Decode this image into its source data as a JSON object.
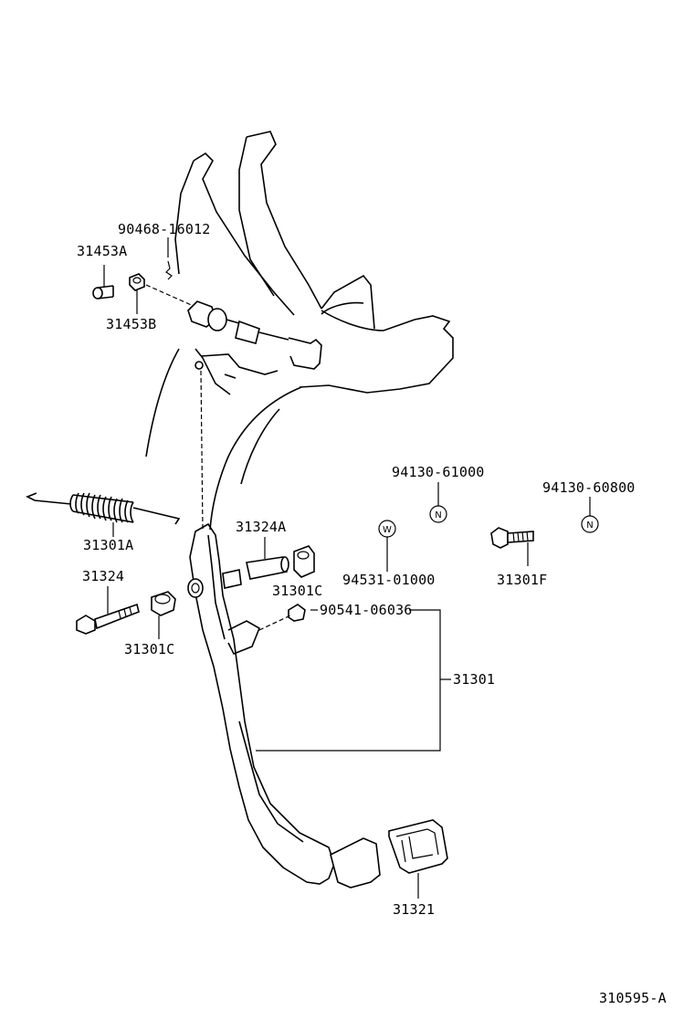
{
  "diagram": {
    "labels": {
      "p90468": "90468-16012",
      "p31453A": "31453A",
      "p31453B": "31453B",
      "p94130_61000": "94130-61000",
      "p94130_60800": "94130-60800",
      "p31301A": "31301A",
      "p31324A": "31324A",
      "p31324": "31324",
      "p31301C_top": "31301C",
      "p31301C_left": "31301C",
      "p94531": "94531-01000",
      "p31301F": "31301F",
      "p90541": "90541-06036",
      "p31301": "31301",
      "p31321": "31321",
      "drawing_id": "310595-A"
    },
    "badges": {
      "n1": "N",
      "n2": "N",
      "w1": "W"
    }
  }
}
